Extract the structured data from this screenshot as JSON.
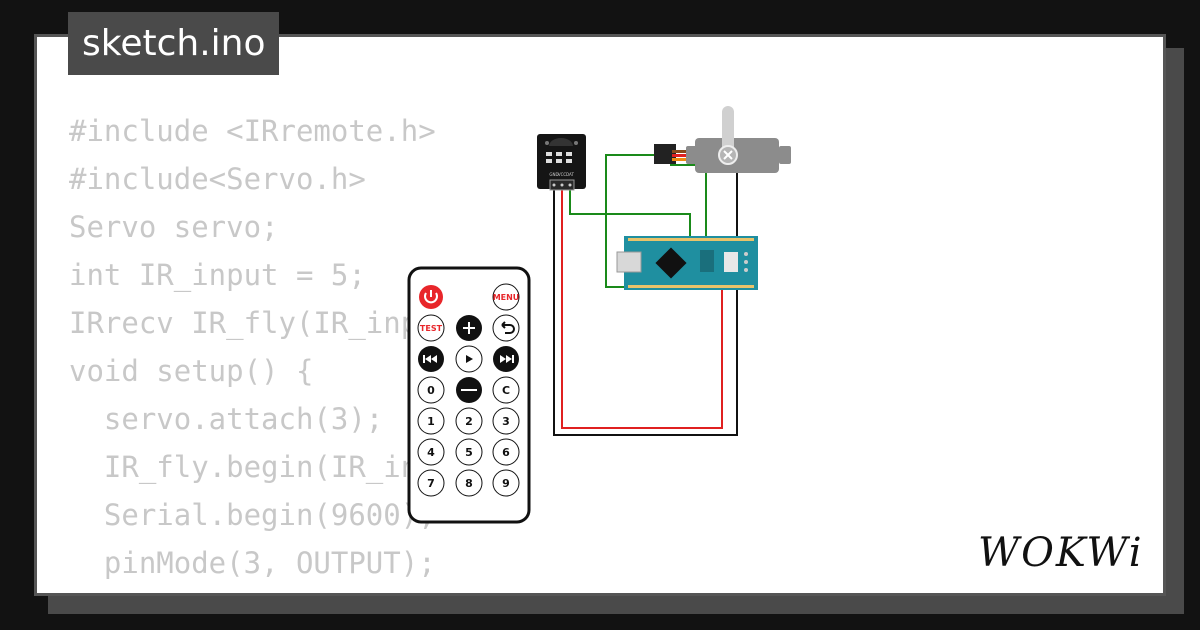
{
  "tab": {
    "filename": "sketch.ino"
  },
  "code_lines": [
    "#include <IRremote.h>",
    "#include<Servo.h>",
    "Servo servo;",
    "int IR_input = 5;",
    "IRrecv IR_fly(IR_input);",
    "",
    "void setup() {",
    "  servo.attach(3);",
    "  IR_fly.begin(IR_input);",
    "  Serial.begin(9600);",
    "  pinMode(3, OUTPUT);"
  ],
  "remote": {
    "power_icon": "power-icon",
    "menu_label": "MENU",
    "test_label": "TEST",
    "plus_icon": "plus-icon",
    "back_icon": "back-arrow-icon",
    "prev_icon": "rewind-icon",
    "play_icon": "play-icon",
    "next_icon": "fast-forward-icon",
    "zero_label": "0",
    "minus_icon": "minus-icon",
    "c_label": "C",
    "digits": [
      "1",
      "2",
      "3",
      "4",
      "5",
      "6",
      "7",
      "8",
      "9"
    ]
  },
  "ir_receiver": {
    "pin_labels": [
      "GND",
      "VCC",
      "DAT"
    ]
  },
  "logo": {
    "text": "WOKWi"
  },
  "colors": {
    "red_wire": "#e02020",
    "black_wire": "#111111",
    "green_wire": "#1a8a1a",
    "arduino_teal": "#1f8fa0",
    "remote_red": "#e8262a"
  }
}
